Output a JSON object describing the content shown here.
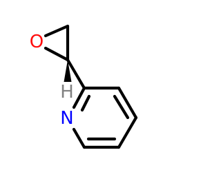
{
  "molecule": {
    "atoms": {
      "oxygen": {
        "symbol": "O",
        "color": "#ff0d0d"
      },
      "hydrogen": {
        "symbol": "H",
        "color": "#808080"
      },
      "nitrogen": {
        "symbol": "N",
        "color": "#0000ff"
      }
    },
    "bond_color": "#000000",
    "stereo_bond": "wedge"
  }
}
